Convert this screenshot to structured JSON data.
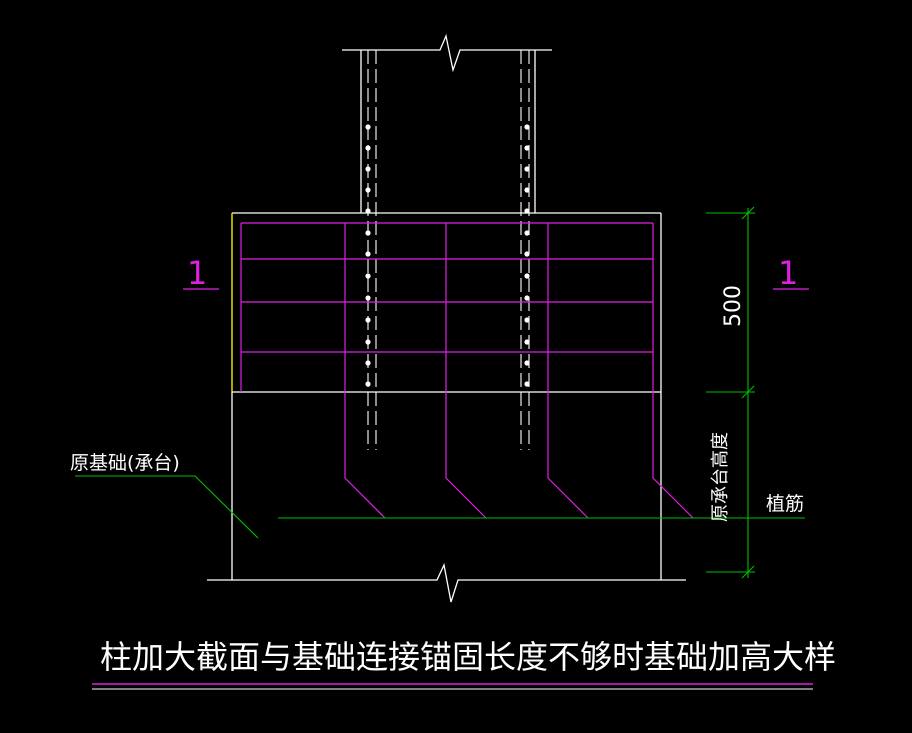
{
  "drawing": {
    "title": "柱加大截面与基础连接锚固长度不够时基础加高大样",
    "section_mark_left": "1",
    "section_mark_right": "1",
    "label_original_foundation": "原基础(承台)",
    "label_cap_height": "原承台高度",
    "label_rebar": "植筋",
    "dimension_value": "500"
  },
  "colors": {
    "background": "#000000",
    "outline": "#ffffff",
    "rebar_grid": "#e020e0",
    "leader": "#00c000",
    "dimension": "#00c000",
    "yellow_edge": "#ffff00",
    "title_underline": "#e020e0"
  }
}
